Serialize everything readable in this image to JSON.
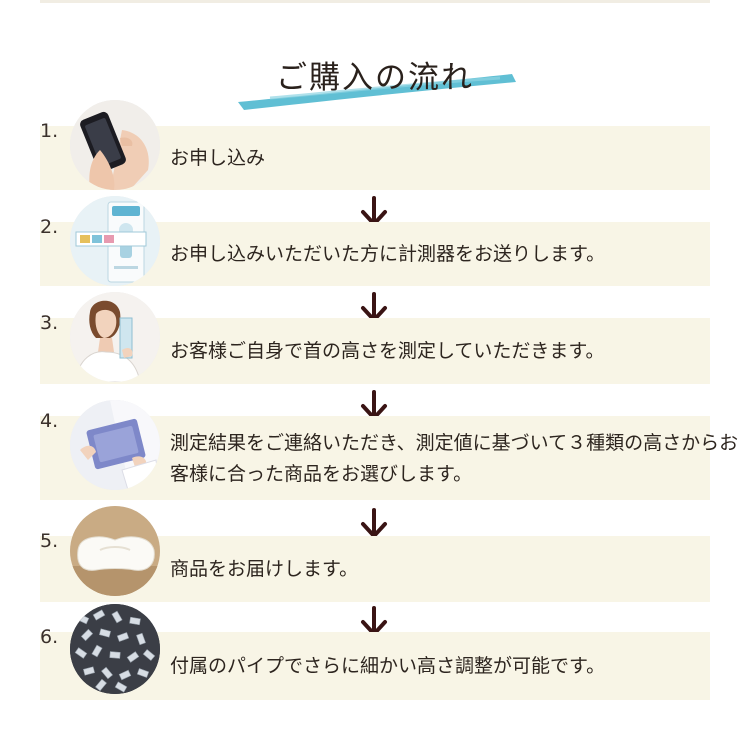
{
  "header": {
    "title": "ご購入の流れ"
  },
  "colors": {
    "accent_brush": "#4fb8cf",
    "step_background": "#f8f5e6",
    "arrow": "#3a1414"
  },
  "steps": [
    {
      "number": "1.",
      "text": "お申し込み",
      "icon": "smartphone-hand-icon"
    },
    {
      "number": "2.",
      "text": "お申し込みいただいた方に計測器をお送りします。",
      "icon": "measuring-card-icon"
    },
    {
      "number": "3.",
      "text": "お客様ご自身で首の高さを測定していただきます。",
      "icon": "woman-measuring-neck-icon"
    },
    {
      "number": "4.",
      "text": "測定結果をご連絡いただき、測定値に基づいて３種類の高さからお客様に合った商品をお選びします。",
      "icon": "clipboard-icon"
    },
    {
      "number": "5.",
      "text": "商品をお届けします。",
      "icon": "pillow-icon"
    },
    {
      "number": "6.",
      "text": "付属のパイプでさらに細かい高さ調整が可能です。",
      "icon": "pipe-filling-icon"
    }
  ]
}
